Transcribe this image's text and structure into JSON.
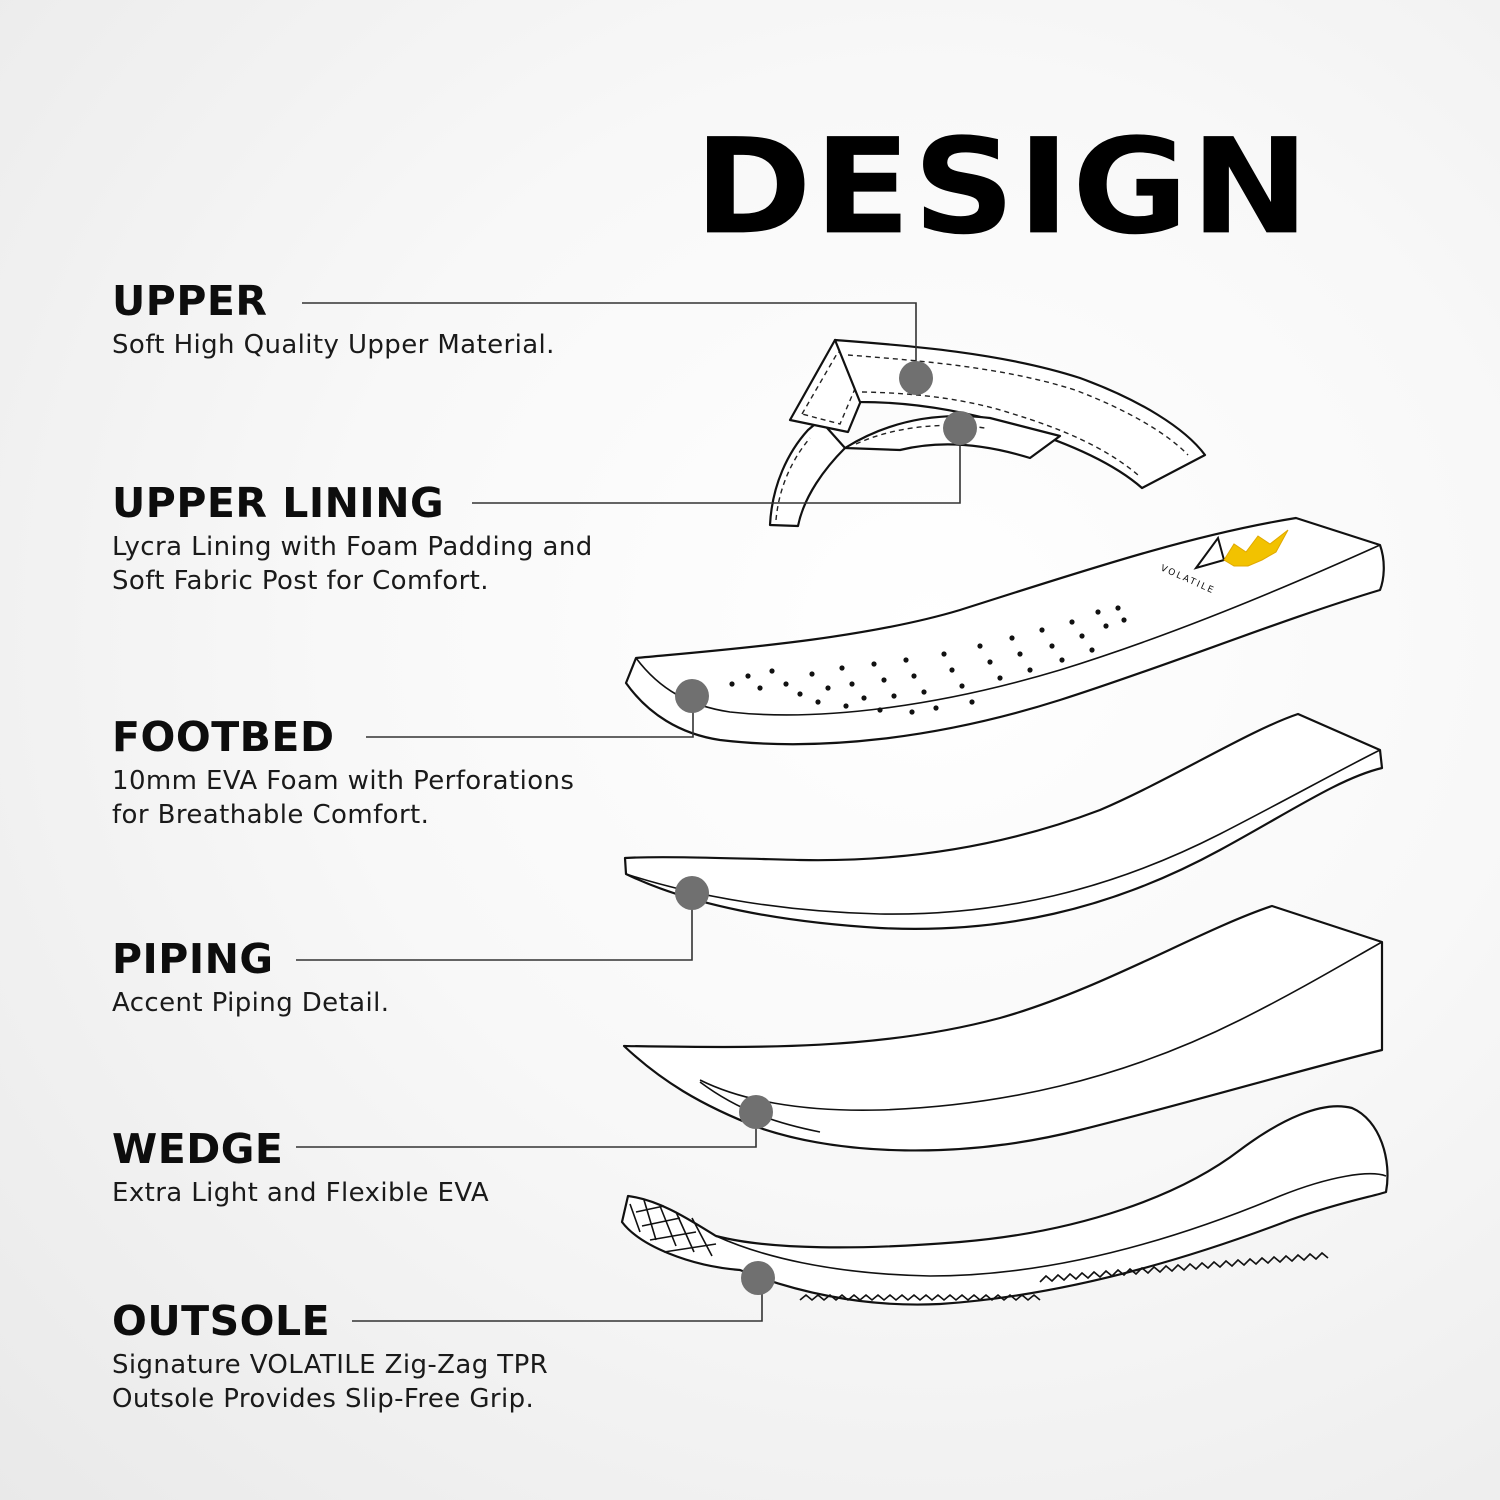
{
  "title": "DESIGN",
  "brand_mark": "VOLATILE",
  "accent_color": "#f2c200",
  "callouts": [
    {
      "id": "upper",
      "heading": "UPPER",
      "description": "Soft High Quality Upper Material."
    },
    {
      "id": "upper_lining",
      "heading": "UPPER LINING",
      "description": "Lycra Lining with Foam Padding and\nSoft Fabric Post for Comfort."
    },
    {
      "id": "footbed",
      "heading": "FOOTBED",
      "description": "10mm EVA Foam with Perforations\nfor Breathable Comfort."
    },
    {
      "id": "piping",
      "heading": "PIPING",
      "description": "Accent Piping Detail."
    },
    {
      "id": "wedge",
      "heading": "WEDGE",
      "description": "Extra Light and Flexible EVA"
    },
    {
      "id": "outsole",
      "heading": "OUTSOLE",
      "description": "Signature VOLATILE Zig-Zag TPR\nOutsole Provides Slip-Free Grip."
    }
  ]
}
